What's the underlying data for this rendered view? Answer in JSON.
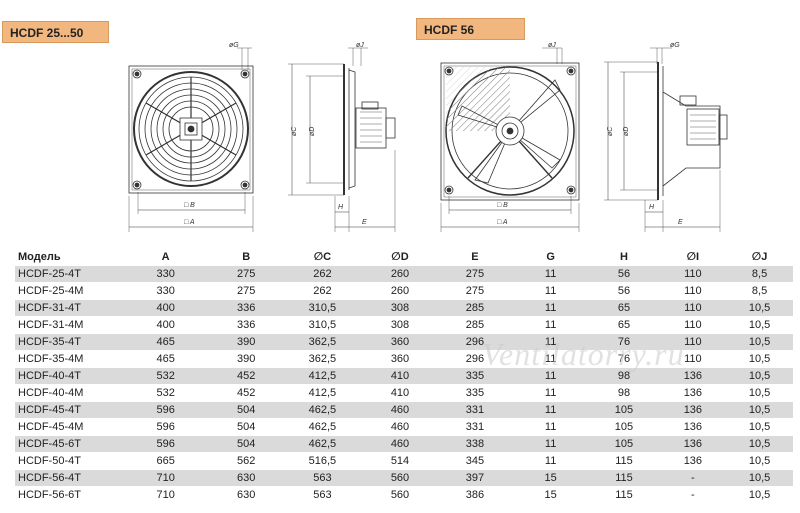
{
  "tags": [
    "HCDF 25...50",
    "HCDF 56"
  ],
  "dims": {
    "G": "øG",
    "J": "øJ",
    "B": "□ B",
    "A": "□ A",
    "C": "øC",
    "D": "øD",
    "H": "H",
    "E": "E"
  },
  "watermark": "Ventilatorry.ru",
  "table": {
    "headers": [
      "Модель",
      "A",
      "B",
      "∅C",
      "∅D",
      "E",
      "G",
      "H",
      "∅I",
      "∅J"
    ],
    "rows": [
      [
        "HCDF-25-4T",
        "330",
        "275",
        "262",
        "260",
        "275",
        "11",
        "56",
        "110",
        "8,5"
      ],
      [
        "HCDF-25-4M",
        "330",
        "275",
        "262",
        "260",
        "275",
        "11",
        "56",
        "110",
        "8,5"
      ],
      [
        "HCDF-31-4T",
        "400",
        "336",
        "310,5",
        "308",
        "285",
        "11",
        "65",
        "110",
        "10,5"
      ],
      [
        "HCDF-31-4M",
        "400",
        "336",
        "310,5",
        "308",
        "285",
        "11",
        "65",
        "110",
        "10,5"
      ],
      [
        "HCDF-35-4T",
        "465",
        "390",
        "362,5",
        "360",
        "296",
        "11",
        "76",
        "110",
        "10,5"
      ],
      [
        "HCDF-35-4M",
        "465",
        "390",
        "362,5",
        "360",
        "296",
        "11",
        "76",
        "110",
        "10,5"
      ],
      [
        "HCDF-40-4T",
        "532",
        "452",
        "412,5",
        "410",
        "335",
        "11",
        "98",
        "136",
        "10,5"
      ],
      [
        "HCDF-40-4M",
        "532",
        "452",
        "412,5",
        "410",
        "335",
        "11",
        "98",
        "136",
        "10,5"
      ],
      [
        "HCDF-45-4T",
        "596",
        "504",
        "462,5",
        "460",
        "331",
        "11",
        "105",
        "136",
        "10,5"
      ],
      [
        "HCDF-45-4M",
        "596",
        "504",
        "462,5",
        "460",
        "331",
        "11",
        "105",
        "136",
        "10,5"
      ],
      [
        "HCDF-45-6T",
        "596",
        "504",
        "462,5",
        "460",
        "338",
        "11",
        "105",
        "136",
        "10,5"
      ],
      [
        "HCDF-50-4T",
        "665",
        "562",
        "516,5",
        "514",
        "345",
        "11",
        "115",
        "136",
        "10,5"
      ],
      [
        "HCDF-56-4T",
        "710",
        "630",
        "563",
        "560",
        "397",
        "15",
        "115",
        "-",
        "10,5"
      ],
      [
        "HCDF-56-6T",
        "710",
        "630",
        "563",
        "560",
        "386",
        "15",
        "115",
        "-",
        "10,5"
      ]
    ]
  }
}
